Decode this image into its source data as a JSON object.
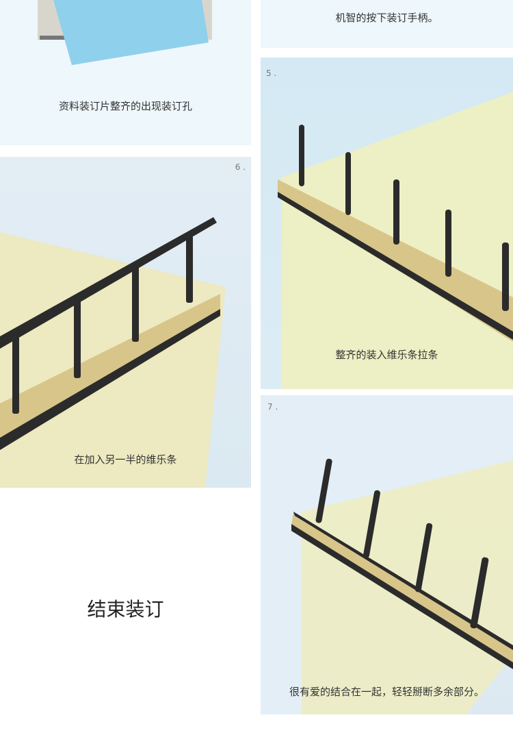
{
  "steps": {
    "step4_caption": "资料装订片整齐的出现装订孔",
    "step4b_caption": "机智的按下装订手柄。",
    "step5": {
      "number": "5 .",
      "caption": "整齐的装入维乐条拉条"
    },
    "step6": {
      "number": "6 .",
      "caption": "在加入另一半的维乐条"
    },
    "step7": {
      "number": "7 .",
      "caption": "很有爱的结合在一起，轻轻掰断多余部分。"
    }
  },
  "end_title": "结束装订",
  "colors": {
    "panel_bg": "#eef7fb",
    "paper_yellow": "#efeebb",
    "strip_black": "#2b2b2b",
    "document_blue": "#8fd0ec"
  }
}
